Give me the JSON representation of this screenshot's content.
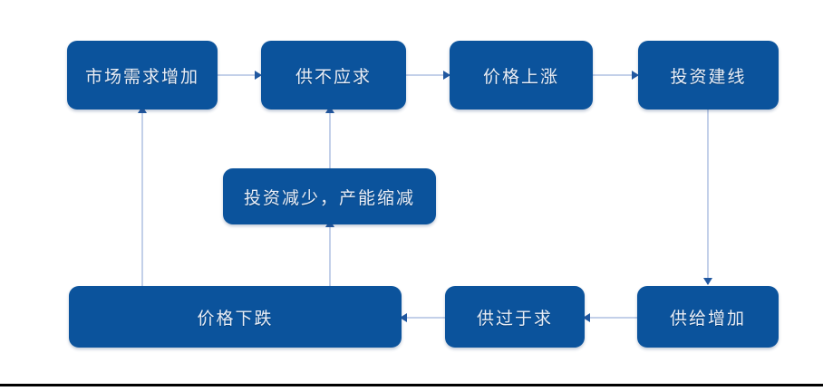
{
  "diagram": {
    "title": "",
    "colors": {
      "node_fill": "#0B539C",
      "node_text": "#e9eef7",
      "connector_line": "#c3d0e9",
      "arrowhead": "#2158a0",
      "background": "#ffffff",
      "footer_rule": "#000000"
    },
    "nodes": [
      {
        "id": "demand-up",
        "label": "市场需求增加"
      },
      {
        "id": "supply-shortage",
        "label": "供不应求"
      },
      {
        "id": "price-up",
        "label": "价格上涨"
      },
      {
        "id": "invest-build",
        "label": "投资建线"
      },
      {
        "id": "invest-down",
        "label": "投资减少，产能缩减"
      },
      {
        "id": "price-down",
        "label": "价格下跌"
      },
      {
        "id": "oversupply",
        "label": "供过于求"
      },
      {
        "id": "supply-up",
        "label": "供给增加"
      }
    ],
    "edges": [
      {
        "id": "e1",
        "from": "demand-up",
        "to": "supply-shortage",
        "direction": "right"
      },
      {
        "id": "e2",
        "from": "supply-shortage",
        "to": "price-up",
        "direction": "right"
      },
      {
        "id": "e3",
        "from": "price-up",
        "to": "invest-build",
        "direction": "right"
      },
      {
        "id": "e4",
        "from": "invest-build",
        "to": "supply-up",
        "direction": "down"
      },
      {
        "id": "e5",
        "from": "supply-up",
        "to": "oversupply",
        "direction": "left"
      },
      {
        "id": "e6",
        "from": "oversupply",
        "to": "price-down",
        "direction": "left"
      },
      {
        "id": "e7",
        "from": "price-down",
        "to": "demand-up",
        "direction": "up"
      },
      {
        "id": "e8",
        "from": "price-down",
        "to": "invest-down",
        "direction": "up"
      },
      {
        "id": "e9",
        "from": "invest-down",
        "to": "supply-shortage",
        "direction": "up"
      }
    ]
  }
}
